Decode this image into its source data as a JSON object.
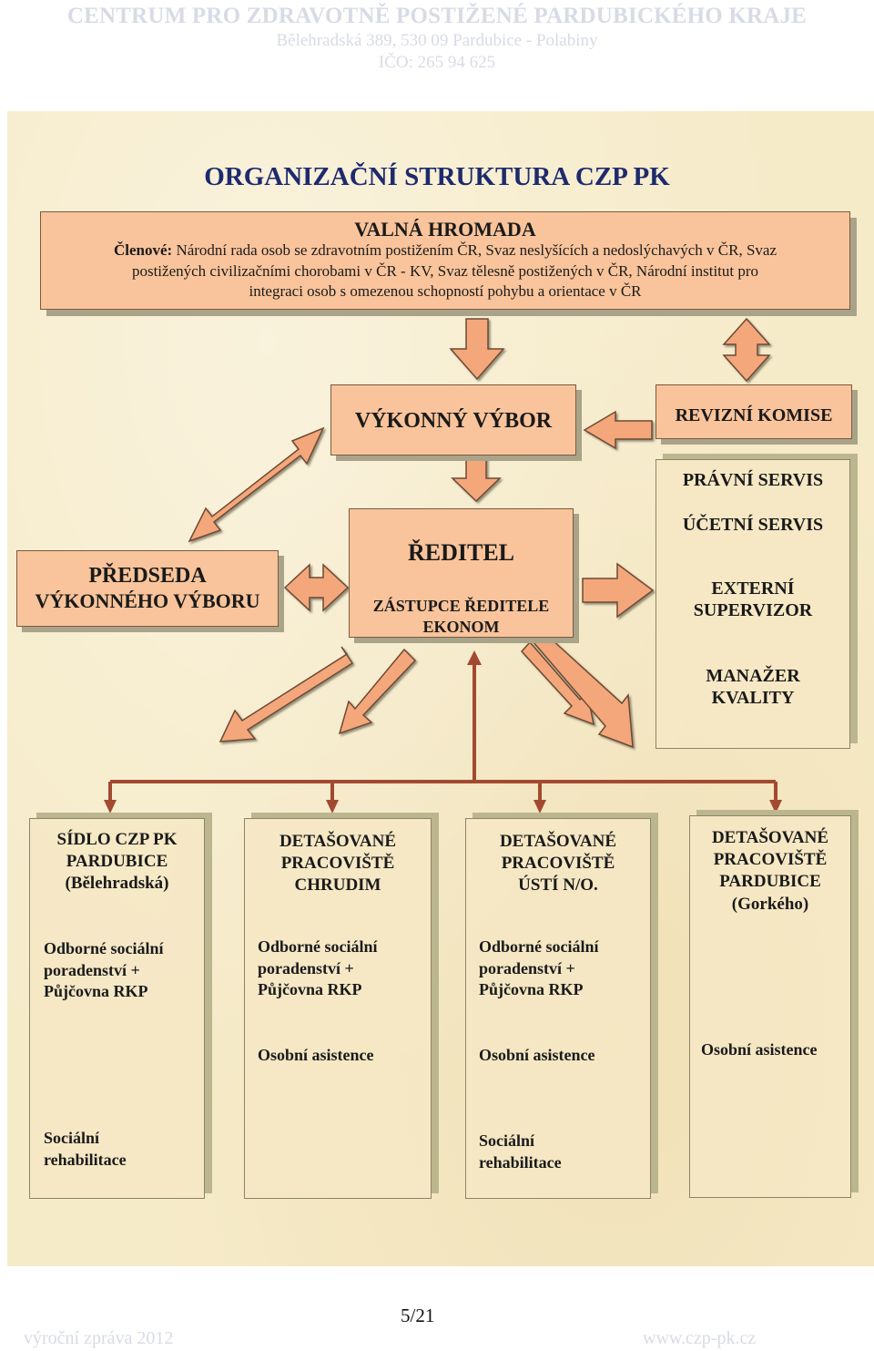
{
  "header": {
    "org_name": "CENTRUM PRO ZDRAVOTNĚ POSTIŽENÉ PARDUBICKÉHO KRAJE",
    "address": "Bělehradská 389, 530 09 Pardubice - Polabiny",
    "ico": "IČO: 265 94 625"
  },
  "diagram": {
    "title": "ORGANIZAČNÍ STRUKTURA CZP PK",
    "valna_hromada": {
      "title": "VALNÁ HROMADA",
      "members_label": "Členové:",
      "line1": "Národní rada osob se zdravotním postižením ČR, Svaz neslyšících a nedoslýchavých v ČR, Svaz",
      "line2": "postižených civilizačními chorobami  v ČR - KV, Svaz tělesně postižených v ČR, Národní institut pro",
      "line3": "integraci osob s omezenou schopností pohybu a orientace v ČR"
    },
    "vykonny_vybor": "VÝKONNÝ VÝBOR",
    "revizni_komise": "REVIZNÍ KOMISE",
    "predseda_line1": "PŘEDSEDA",
    "predseda_line2": "VÝKONNÉHO VÝBORU",
    "reditel": "ŘEDITEL",
    "zastupce": "ZÁSTUPCE ŘEDITELE",
    "ekonom": "EKONOM",
    "services": {
      "pravni": "PRÁVNÍ SERVIS",
      "ucetni": "ÚČETNÍ SERVIS",
      "externi_1": "EXTERNÍ",
      "externi_2": "SUPERVIZOR",
      "manazer_1": "MANAŽER",
      "manazer_2": "KVALITY"
    },
    "branches": [
      {
        "h1": "SÍDLO  CZP PK",
        "h2": "PARDUBICE",
        "h3": "(Bělehradská)",
        "s1": "Odborné sociální",
        "s2": "poradenství +",
        "s3": "Půjčovna RKP",
        "s4": "Sociální",
        "s5": "rehabilitace"
      },
      {
        "h1": "DETAŠOVANÉ",
        "h2": "PRACOVIŠTĚ",
        "h3": "CHRUDIM",
        "s1": "Odborné sociální",
        "s2": "poradenství +",
        "s3": "Půjčovna RKP",
        "s4": "Osobní asistence"
      },
      {
        "h1": "DETAŠOVANÉ",
        "h2": "PRACOVIŠTĚ",
        "h3": "ÚSTÍ N/O.",
        "s1": "Odborné sociální",
        "s2": "poradenství  +",
        "s3": "Půjčovna RKP",
        "s4": "Osobní asistence",
        "s5": "Sociální",
        "s6": "rehabilitace"
      },
      {
        "h1": "DETAŠOVANÉ",
        "h2": "PRACOVIŠTĚ",
        "h3": "PARDUBICE",
        "h4": "(Gorkého)",
        "s1": "Osobní asistence"
      }
    ]
  },
  "footer": {
    "page": "5/21",
    "left": "výroční zpráva 2012",
    "right": "www.czp-pk.cz"
  }
}
